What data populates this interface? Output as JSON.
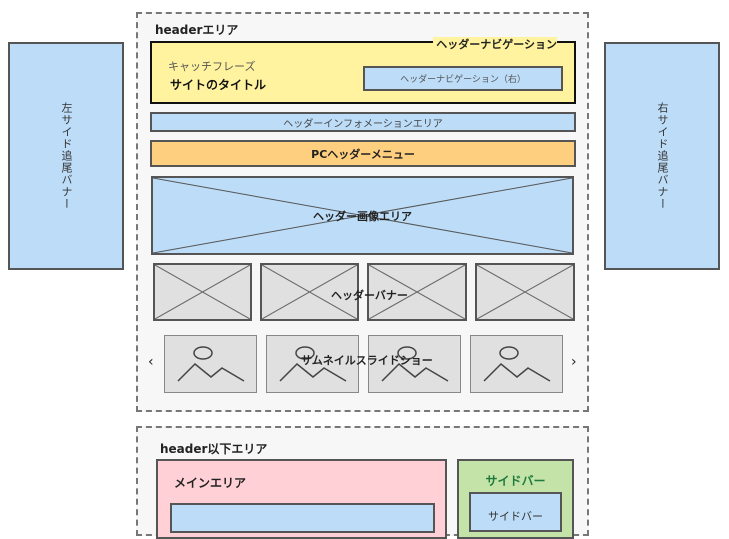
{
  "left_banner": "左サイド追尾バナー",
  "right_banner": "右サイド追尾バナー",
  "header_area": {
    "label": "headerエリア",
    "header_nav": "ヘッダーナビゲーション",
    "catchphrase": "キャッチフレーズ",
    "site_title": "サイトのタイトル",
    "header_nav_right": "ヘッダーナビゲーション（右）",
    "info_area": "ヘッダーインフォメーションエリア",
    "pc_menu": "PCヘッダーメニュー",
    "header_image": "ヘッダー画像エリア",
    "header_banner": "ヘッダーバナー",
    "thumbnail_slideshow": "サムネイルスライドショー",
    "prev_arrow": "‹",
    "next_arrow": "›"
  },
  "lower_area": {
    "label": "header以下エリア",
    "main_area": "メインエリア",
    "sidebar": "サイドバー",
    "sidebar_inner": "サイドバー"
  },
  "colors": {
    "blue": "#bcdcf7",
    "yellow": "#fff3a0",
    "orange": "#ffcf80",
    "pink": "#ffd0d6",
    "green": "#c3e3a8",
    "sidebar_label": "#1e7a3c"
  }
}
